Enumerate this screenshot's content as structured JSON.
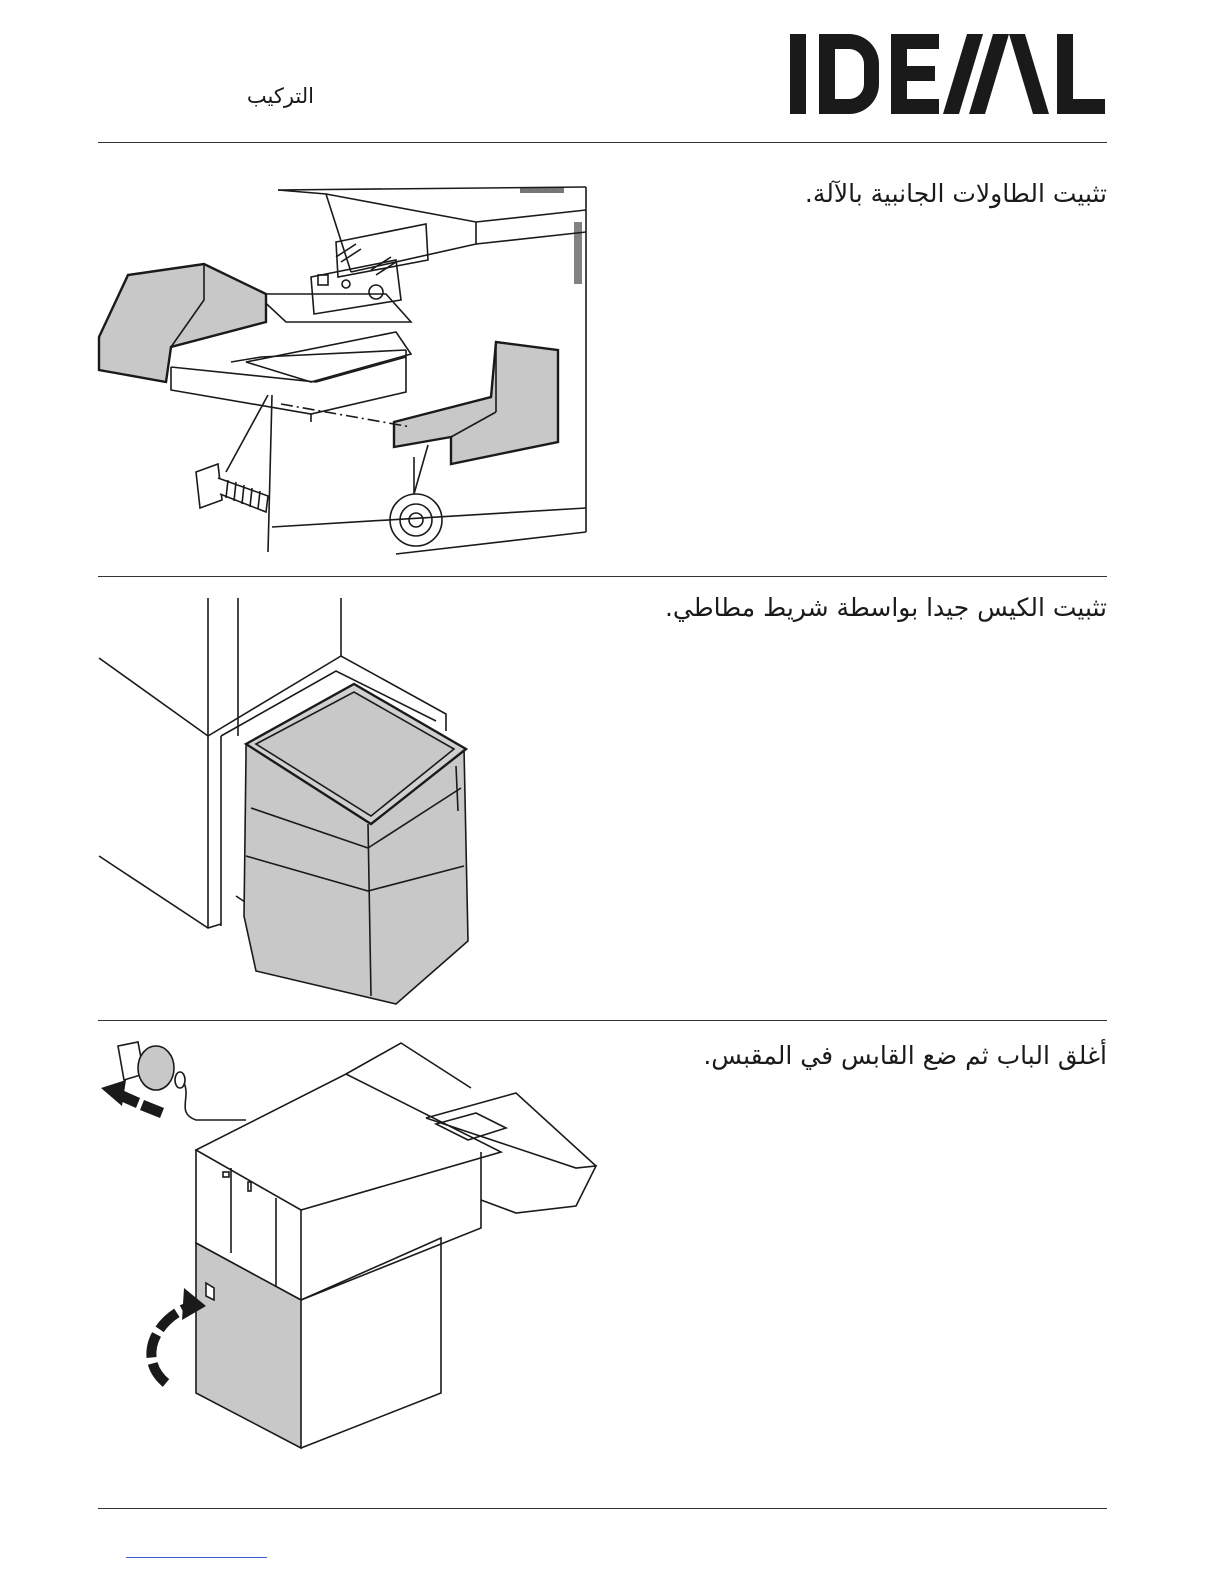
{
  "header": {
    "section_title": "التركيب",
    "logo_text": "IDEAL"
  },
  "steps": [
    {
      "text": "تثبيت الطاولات الجانبية بالآلة."
    },
    {
      "text": "تثبيت الكيس جيدا بواسطة شريط مطاطي."
    },
    {
      "text": "أغلق الباب ثم ضع القابس في المقبس."
    }
  ],
  "colors": {
    "ink": "#1a1a1a",
    "fill_gray": "#c8c8c8",
    "rule": "#333333",
    "footer_link": "#3a5fcd"
  },
  "icons": [
    "ideal-logo",
    "bolt-icon",
    "nut-icon",
    "plug-icon",
    "arrow-icon"
  ]
}
